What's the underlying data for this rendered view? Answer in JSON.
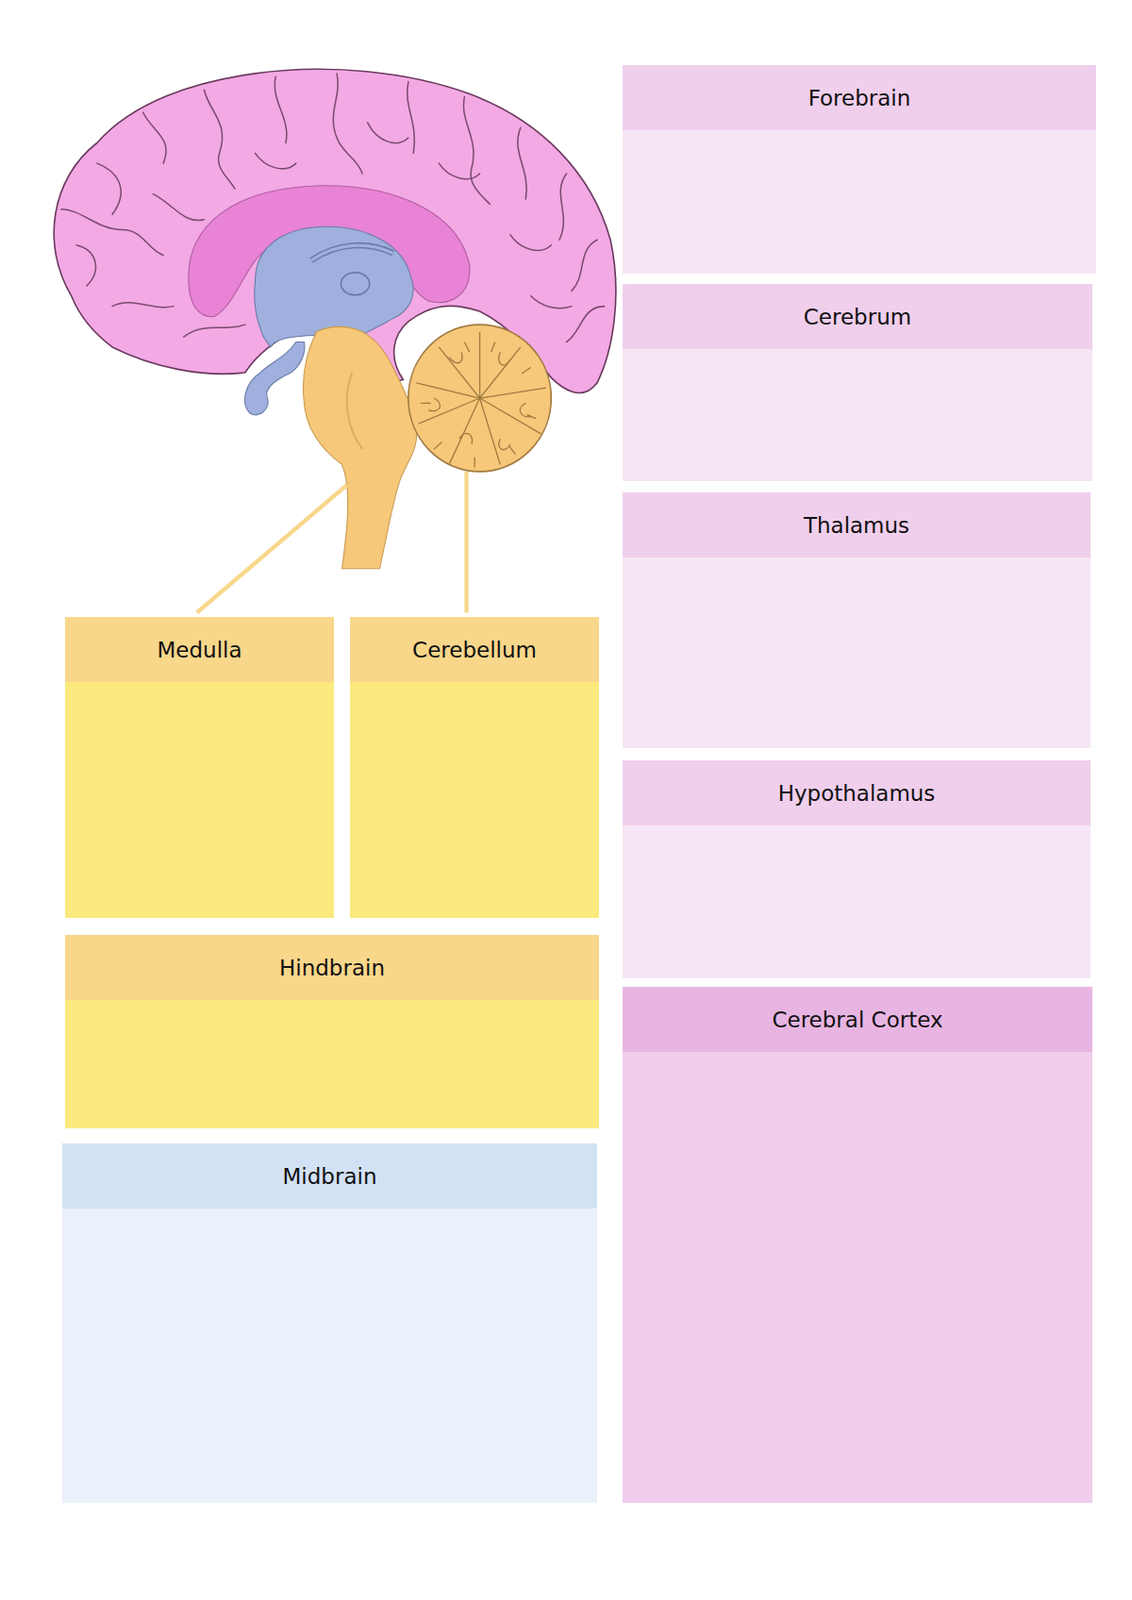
{
  "diagram": {
    "nodes": [
      {
        "text": [
          "Forebrain"
        ]
      },
      {
        "text": [
          "Cerebrum"
        ]
      },
      {
        "text": [
          "Thalamus"
        ]
      },
      {
        "text": [
          "Medulla"
        ]
      },
      {
        "text": [
          "Cerebellum"
        ]
      },
      {
        "text": [
          "Hypothalamus"
        ]
      },
      {
        "text": [
          "Hindbrain"
        ]
      },
      {
        "text": [
          "Cerebral Cortex"
        ]
      },
      {
        "text": [
          "Midbrain"
        ]
      }
    ]
  }
}
